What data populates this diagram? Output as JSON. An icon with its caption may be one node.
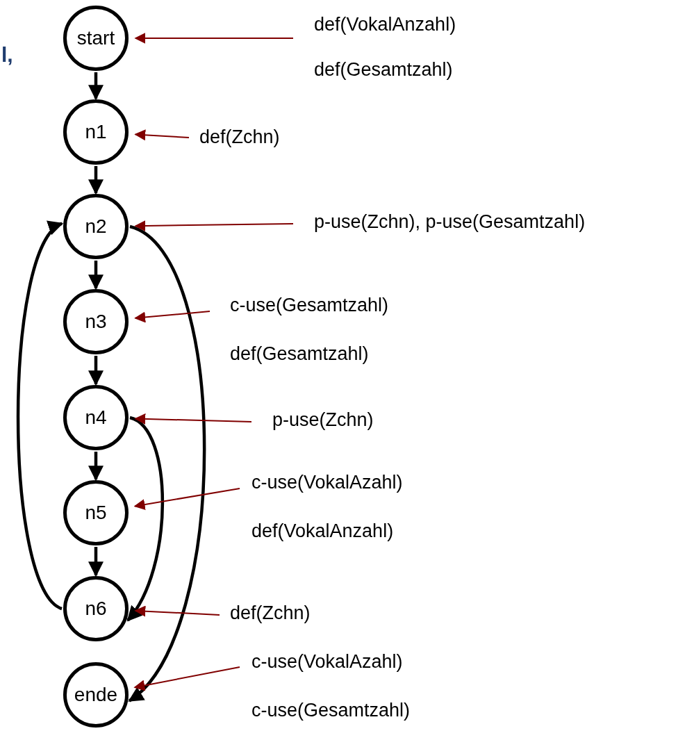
{
  "diagram": {
    "nodes": [
      {
        "text": [
          "start"
        ]
      },
      {
        "text": [
          "n1"
        ]
      },
      {
        "text": [
          "n2"
        ]
      },
      {
        "text": [
          "n3"
        ]
      },
      {
        "text": [
          "n4"
        ]
      },
      {
        "text": [
          "n5"
        ]
      },
      {
        "text": [
          "n6"
        ]
      },
      {
        "text": [
          "ende"
        ]
      },
      {
        "text": [
          "def(VokalAnzahl)",
          "def(Gesamtzahl)"
        ]
      },
      {
        "text": [
          "def(Zchn)"
        ]
      },
      {
        "text": [
          "p-use(Zchn), p-use(Gesamtzahl)"
        ]
      },
      {
        "text": [
          "c-use(Gesamtzahl)",
          "def(Gesamtzahl)"
        ]
      },
      {
        "text": [
          "p-use(Zchn)"
        ]
      },
      {
        "text": [
          "c-use(VokalAzahl)",
          "def(VokalAnzahl)"
        ]
      },
      {
        "text": [
          "def(Zchn)"
        ]
      },
      {
        "text": [
          "c-use(VokalAzahl)",
          "c-use(Gesamtzahl)"
        ]
      }
    ],
    "edges": [
      {
        "from": 0,
        "to": 1,
        "arrow": "to"
      },
      {
        "from": 1,
        "to": 2,
        "arrow": "to"
      },
      {
        "from": 2,
        "to": 3,
        "arrow": "to"
      },
      {
        "from": 3,
        "to": 4,
        "arrow": "to"
      },
      {
        "from": 4,
        "to": 5,
        "arrow": "to"
      },
      {
        "from": 5,
        "to": 6,
        "arrow": "to"
      },
      {
        "from": 6,
        "to": 2,
        "arrow": "to"
      },
      {
        "from": 4,
        "to": 6,
        "arrow": "to"
      },
      {
        "from": 2,
        "to": 7,
        "arrow": "to"
      },
      {
        "from": 8,
        "to": 0,
        "arrow": "to",
        "color": "#800000"
      },
      {
        "from": 9,
        "to": 1,
        "arrow": "to",
        "color": "#800000"
      },
      {
        "from": 10,
        "to": 2,
        "arrow": "to",
        "color": "#800000"
      },
      {
        "from": 11,
        "to": 3,
        "arrow": "to",
        "color": "#800000"
      },
      {
        "from": 12,
        "to": 4,
        "arrow": "to",
        "color": "#800000"
      },
      {
        "from": 13,
        "to": 5,
        "arrow": "to",
        "color": "#800000"
      },
      {
        "from": 14,
        "to": 6,
        "arrow": "to",
        "color": "#800000"
      },
      {
        "from": 15,
        "to": 7,
        "arrow": "to",
        "color": "#800000"
      }
    ],
    "labels": [
      "l,"
    ]
  }
}
